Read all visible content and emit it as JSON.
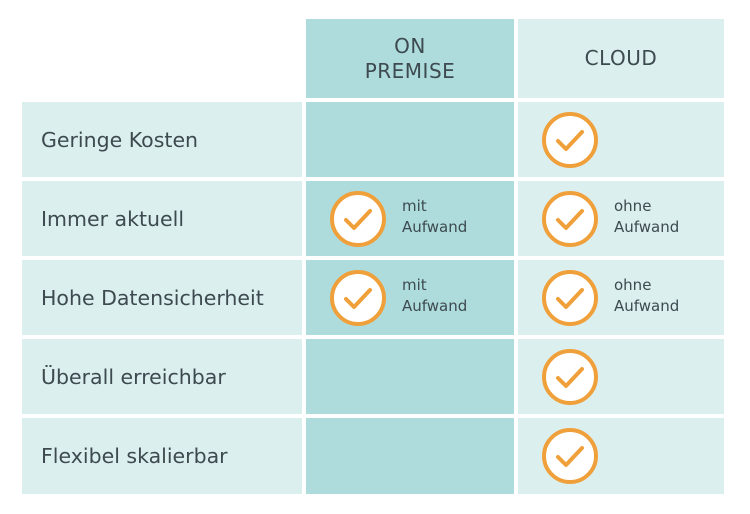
{
  "columns": {
    "on_premise": "ON\nPREMISE",
    "on_premise_line1": "ON",
    "on_premise_line2": "PREMISE",
    "cloud": "CLOUD"
  },
  "colors": {
    "label_bg": "#dcefef",
    "on_premise_bg": "#aedcdc",
    "cloud_bg": "#dcefef",
    "check_orange": "#f0a03a",
    "text": "#3d4a4f"
  },
  "icon": "check-circle-icon",
  "rows": [
    {
      "label": "Geringe Kosten",
      "on_premise": {
        "check": false,
        "note1": "",
        "note2": ""
      },
      "cloud": {
        "check": true,
        "note1": "",
        "note2": ""
      }
    },
    {
      "label": "Immer aktuell",
      "on_premise": {
        "check": true,
        "note1": "mit",
        "note2": "Aufwand"
      },
      "cloud": {
        "check": true,
        "note1": "ohne",
        "note2": "Aufwand"
      }
    },
    {
      "label": "Hohe Datensicherheit",
      "on_premise": {
        "check": true,
        "note1": "mit",
        "note2": "Aufwand"
      },
      "cloud": {
        "check": true,
        "note1": "ohne",
        "note2": "Aufwand"
      }
    },
    {
      "label": "Überall erreichbar",
      "on_premise": {
        "check": false,
        "note1": "",
        "note2": ""
      },
      "cloud": {
        "check": true,
        "note1": "",
        "note2": ""
      }
    },
    {
      "label": "Flexibel skalierbar",
      "on_premise": {
        "check": false,
        "note1": "",
        "note2": ""
      },
      "cloud": {
        "check": true,
        "note1": "",
        "note2": ""
      }
    }
  ]
}
